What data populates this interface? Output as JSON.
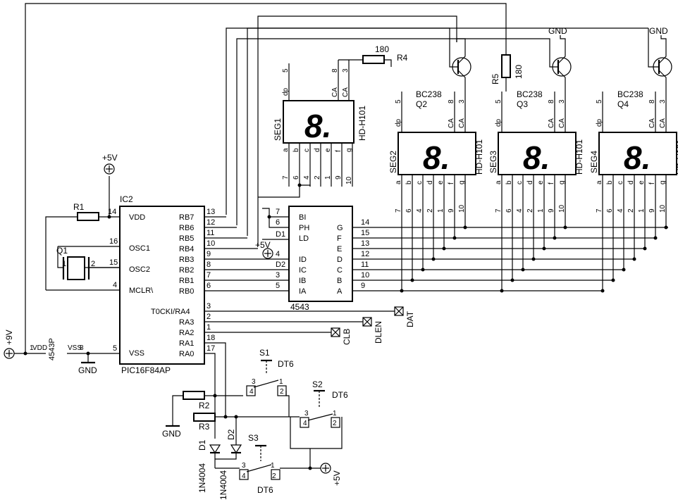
{
  "labels": {
    "ic2": "IC2",
    "ic2_part": "PIC16F84AP",
    "vdd": "VDD",
    "osc1": "OSC1",
    "osc2": "OSC2",
    "mclr": "MCLR\\",
    "vss": "VSS",
    "rb7": "RB7",
    "rb6": "RB6",
    "rb5": "RB5",
    "rb4": "RB4",
    "rb3": "RB3",
    "rb2": "RB2",
    "rb1": "RB1",
    "rb0": "RB0",
    "t0cki": "T0CKI/RA4",
    "ra3": "RA3",
    "ra2": "RA2",
    "ra1": "RA1",
    "ra0": "RA0",
    "p14": "14",
    "p16": "16",
    "p15": "15",
    "p4": "4",
    "p5": "5",
    "p13": "13",
    "p12": "12",
    "p11": "11",
    "p10": "10",
    "p9": "9",
    "p8": "8",
    "p7": "7",
    "p6": "6",
    "p3": "3",
    "p2": "2",
    "p1": "1",
    "p18": "18",
    "p17": "17",
    "dec_part": "4543",
    "bi": "BI",
    "ph": "PH",
    "ld": "LD",
    "id": "ID",
    "ic": "IC",
    "ib": "IB",
    "ia": "IA",
    "g": "G",
    "f": "F",
    "e": "E",
    "d": "D",
    "c": "C",
    "bo": "B",
    "a": "A",
    "d7": "7",
    "d6": "6",
    "d1": "D1",
    "d4": "4",
    "d2": "D2",
    "d3": "3",
    "d5": "5",
    "o14": "14",
    "o15": "15",
    "o13": "13",
    "o12": "12",
    "o11": "11",
    "o10": "10",
    "o9": "9",
    "r1": "R1",
    "r2": "R2",
    "r3": "R3",
    "r4": "R4",
    "r4v": "180",
    "r5": "R5",
    "r5v": "180",
    "q1": "Q1",
    "q1p1": "1",
    "q1p2": "2",
    "plus5v": "+5V",
    "plus9v": "+9V",
    "gnd": "GND",
    "n1": "1",
    "n_vdd": "VDD",
    "n4543p": "4543P",
    "n_vss": "VSS",
    "n8": "8",
    "dat": "DAT",
    "dlen": "DLEN",
    "clb": "CLB",
    "s1": "S1",
    "s2": "S2",
    "s3": "S3",
    "dt6": "DT6",
    "sw3": "3",
    "sw1": "1",
    "sw4": "4",
    "sw2": "2",
    "diode": "1N4004",
    "bc238": "BC238",
    "q2": "Q2",
    "q3": "Q3",
    "q4": "Q4",
    "seg1": "SEG1",
    "seg2": "SEG2",
    "seg3": "SEG3",
    "seg4": "SEG4",
    "hd": "HD-H101",
    "digit": "8.",
    "dp": "dp",
    "ca": "CA",
    "sa": "a",
    "sb": "b",
    "sc": "c",
    "sd": "d",
    "se": "e",
    "sf": "f",
    "sg": "g",
    "t5": "5",
    "t3": "3",
    "t8": "8",
    "b7": "7",
    "b6": "6",
    "b4": "4",
    "b2": "2",
    "b1": "1",
    "b9": "9",
    "b10": "10"
  }
}
